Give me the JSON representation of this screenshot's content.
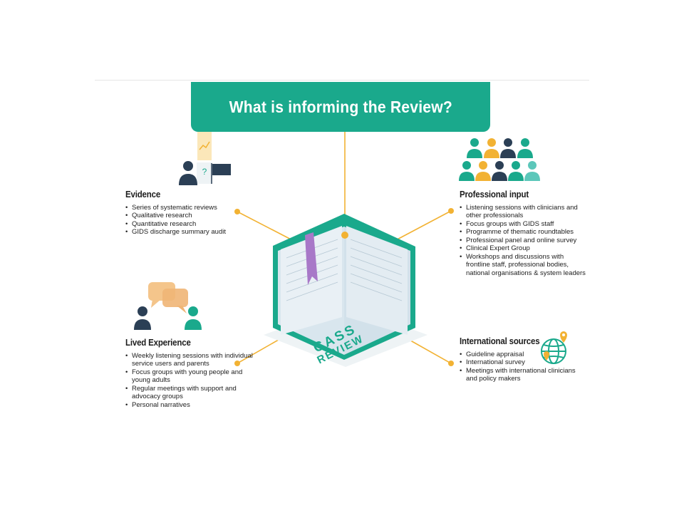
{
  "banner": {
    "title": "What is informing the Review?"
  },
  "colors": {
    "teal": "#1aa98c",
    "orange": "#f2b233",
    "navy": "#2b3f55",
    "lightTeal": "#5cc7ba",
    "bubble": "#f4c58b"
  },
  "book": {
    "line1": "CASS",
    "line2": "REVIEW"
  },
  "icons": {
    "evidence": [
      "chart-icon",
      "question-icon",
      "person-icon",
      "flag-icon"
    ],
    "professional": [
      "people-group-icon"
    ],
    "lived": [
      "speech-bubbles-icon",
      "person-icon"
    ],
    "international": [
      "globe-icon",
      "map-pin-icon"
    ]
  },
  "evidence": {
    "title": "Evidence",
    "items": [
      "Series of systematic reviews",
      "Qualitative research",
      "Quantitative research",
      "GIDS discharge summary audit"
    ]
  },
  "professional": {
    "title": "Professional input",
    "items": [
      "Listening sessions with clinicians and other professionals",
      "Focus groups with GIDS staff",
      "Programme of thematic roundtables",
      "Professional panel and online survey",
      "Clinical Expert Group",
      "Workshops and discussions with frontline staff, professional bodies, national organisations & system leaders"
    ]
  },
  "lived": {
    "title": "Lived Experience",
    "items": [
      "Weekly listening sessions with individual service users and parents",
      "Focus groups with young people and young adults",
      "Regular meetings with support and advocacy groups",
      "Personal narratives"
    ]
  },
  "international": {
    "title": "International sources",
    "items": [
      "Guideline appraisal",
      "International survey",
      "Meetings with international clinicians and policy makers"
    ]
  }
}
